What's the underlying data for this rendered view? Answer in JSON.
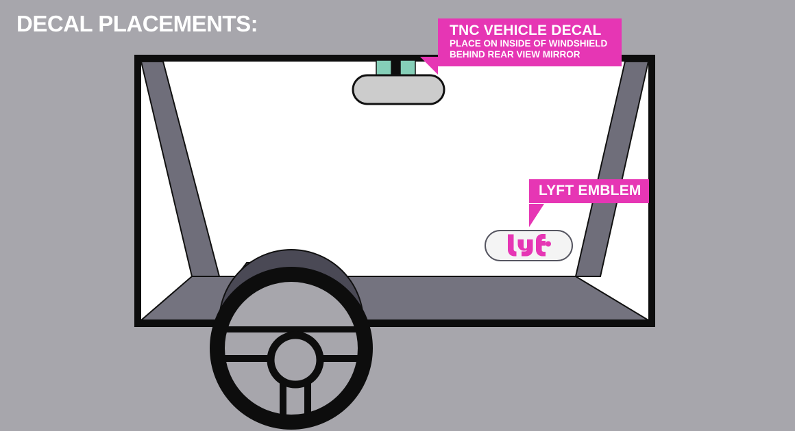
{
  "page": {
    "title": "DECAL PLACEMENTS:",
    "background_color": "#a7a6ac"
  },
  "colors": {
    "background": "#a7a6ac",
    "accent_pink": "#e636b4",
    "decal_teal": "#85cfb8",
    "windshield_glass": "#ffffff",
    "frame_black": "#0d0d0d",
    "pillar_gray": "#6f6e7a",
    "dashboard_gray": "#74737f",
    "cluster_hood_gray": "#4a4955",
    "mirror_gray": "#cccccc",
    "emblem_plate": "#f4f4f4",
    "title_text": "#ffffff"
  },
  "callouts": [
    {
      "id": "tnc-vehicle-decal",
      "title": "TNC VEHICLE DECAL",
      "line1": "PLACE ON INSIDE OF WINDSHIELD",
      "line2": "BEHIND REAR VIEW MIRROR",
      "tail": "down-left"
    },
    {
      "id": "lyft-emblem",
      "title": "LYFT EMBLEM",
      "tail": "down-left"
    }
  ],
  "vehicle": {
    "windshield_label": "windshield-glass",
    "left_pillar_label": "left-a-pillar",
    "right_pillar_label": "right-a-pillar",
    "dashboard_label": "dashboard",
    "mirror_label": "rear-view-mirror",
    "steering_wheel_label": "steering-wheel"
  },
  "decals": {
    "tnc_left_label": "tnc-decal-left",
    "tnc_right_label": "tnc-decal-right",
    "lyft_emblem_label": "lyft-emblem-plate",
    "lyft_wordmark_text": "lyft"
  }
}
